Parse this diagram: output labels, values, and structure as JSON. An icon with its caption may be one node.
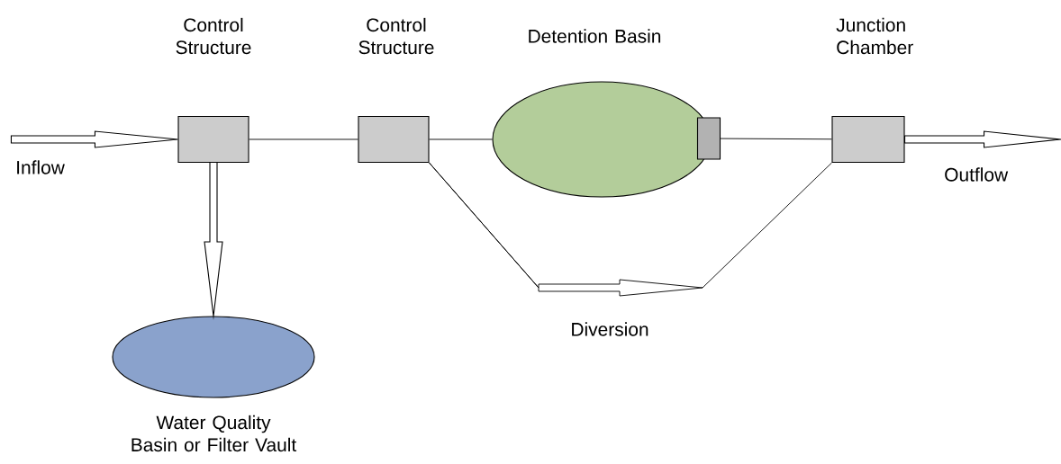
{
  "diagram": {
    "nodes": [
      {
        "text": [
          "Control Structure"
        ]
      },
      {
        "text": [
          "Control Structure"
        ]
      },
      {
        "text": [
          "Detention Basin"
        ]
      },
      {
        "text": [],
        "shape": "box"
      },
      {
        "text": [
          "Junction Chamber"
        ]
      },
      {
        "text": [
          "Water Quality Basin or Filter Vault"
        ]
      }
    ],
    "edges": [
      {
        "from": null,
        "to": 0,
        "arrow": "to",
        "label": "Inflow"
      },
      {
        "from": 0,
        "to": 5,
        "arrow": "to"
      },
      {
        "from": 0,
        "to": 1,
        "arrow": "none"
      },
      {
        "from": 1,
        "to": 2,
        "arrow": "none"
      },
      {
        "from": 3,
        "to": 4,
        "arrow": "none"
      },
      {
        "from": 1,
        "to": null,
        "arrow": "to",
        "label": "Diversion"
      },
      {
        "from": 4,
        "to": null,
        "arrow": "to",
        "label": "Outflow"
      },
      {
        "from": null,
        "to": 4,
        "arrow": "none"
      }
    ]
  }
}
